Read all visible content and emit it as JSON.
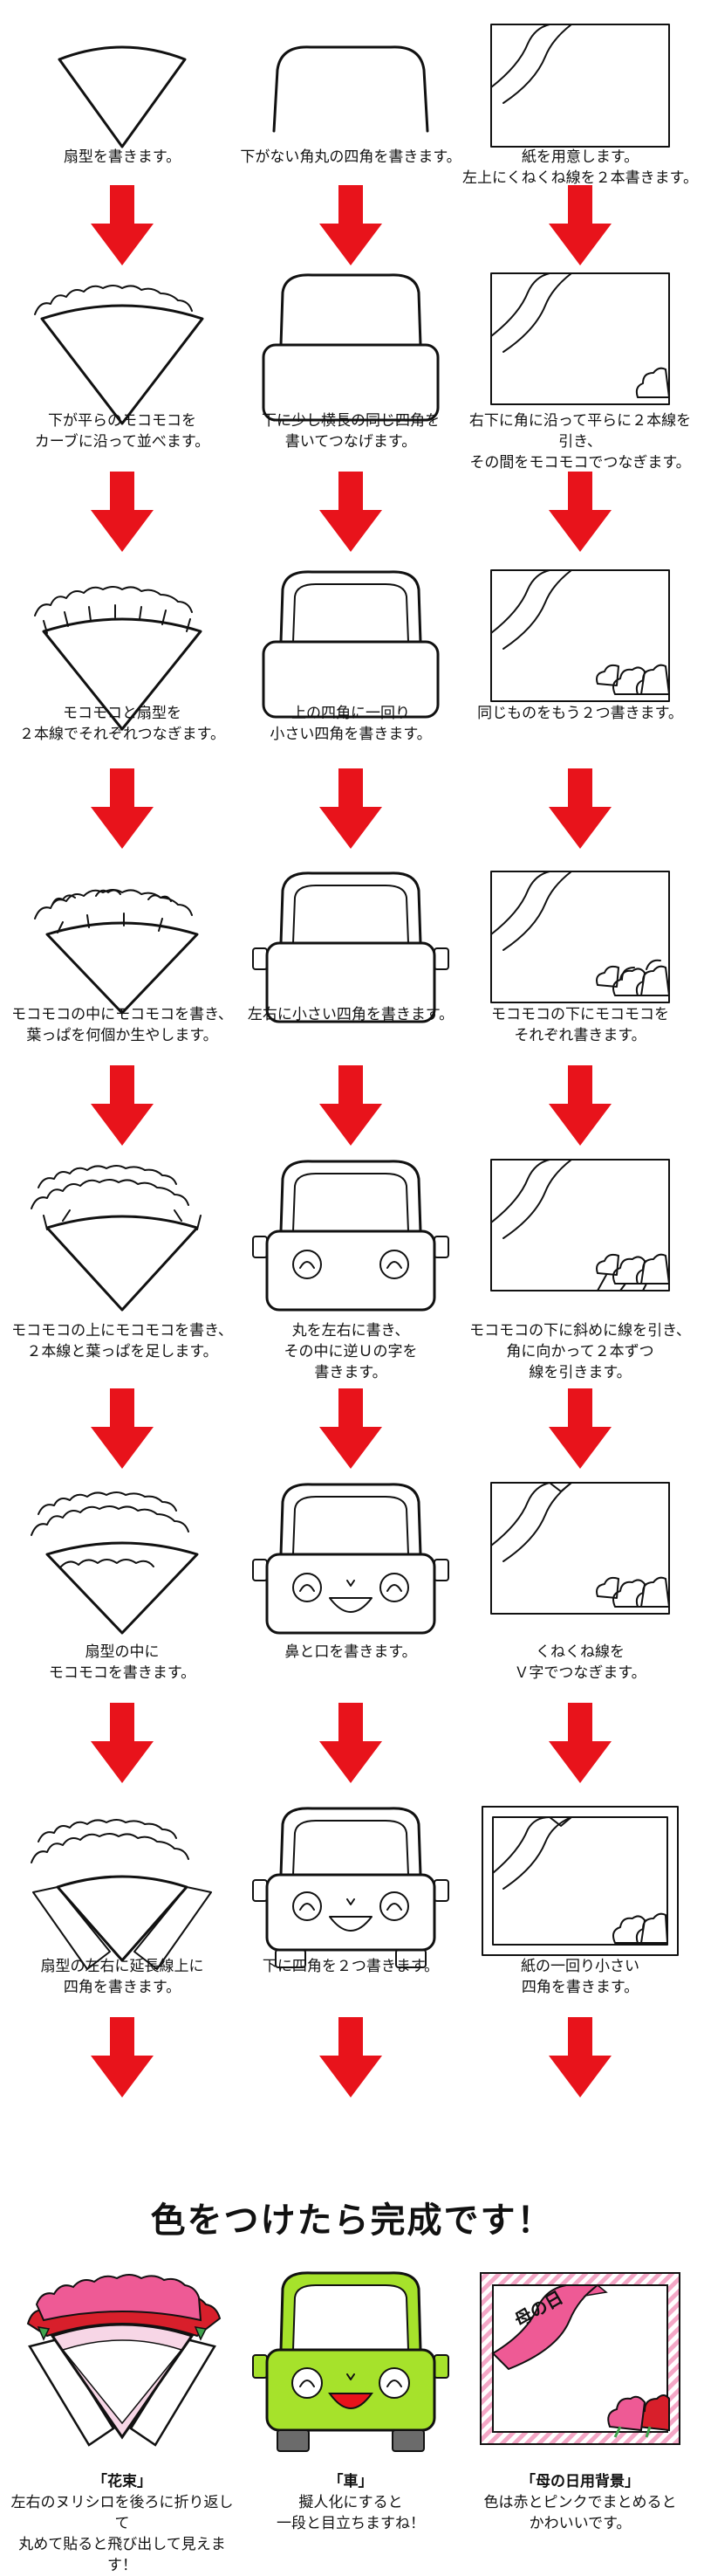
{
  "steps": [
    [
      "扇型を書きます。",
      "下がない角丸の四角を書きます。",
      "紙を用意します。\n左上にくねくね線を２本書きます。"
    ],
    [
      "下が平らのモコモコを\nカーブに沿って並べます。",
      "下に少し横長の同じ四角を\n書いてつなげます。",
      "右下に角に沿って平らに２本線を引き、\nその間をモコモコでつなぎます。"
    ],
    [
      "モコモコと扇型を\n２本線でそれぞれつなぎます。",
      "上の四角に一回り\n小さい四角を書きます。",
      "同じものをもう２つ書きます。"
    ],
    [
      "モコモコの中にモコモコを書き、\n葉っぱを何個か生やします。",
      "左右に小さい四角を書きます。",
      "モコモコの下にモコモコを\nそれぞれ書きます。"
    ],
    [
      "モコモコの上にモコモコを書き、\n２本線と葉っぱを足します。",
      "丸を左右に書き、\nその中に逆Ｕの字を\n書きます。",
      "モコモコの下に斜めに線を引き、\n角に向かって２本ずつ\n線を引きます。"
    ],
    [
      "扇型の中に\nモコモコを書きます。",
      "鼻と口を書きます。",
      "くねくね線を\nＶ字でつなぎます。"
    ],
    [
      "扇型の左右に延長線上に\n四角を書きます。",
      "下に四角を２つ書きます。",
      "紙の一回り小さい\n四角を書きます。"
    ]
  ],
  "finale": {
    "title": "色をつけたら完成です！",
    "items": [
      {
        "title": "「花束」",
        "desc": "左右のヌリシロを後ろに折り返して\n丸めて貼ると飛び出して見えます！"
      },
      {
        "title": "「車」",
        "desc": "擬人化にすると\n一段と目立ちますね！"
      },
      {
        "title": "「母の日用背景」",
        "desc": "色は赤とピンクでまとめると\nかわいいです。"
      }
    ],
    "sign_text": "母の日"
  },
  "colors": {
    "arrow": "#e8131b",
    "car": "#a6e22b",
    "flower_pink": "#ee5a95",
    "flower_red": "#d81f2b",
    "stripe": "#f4a7c6"
  }
}
